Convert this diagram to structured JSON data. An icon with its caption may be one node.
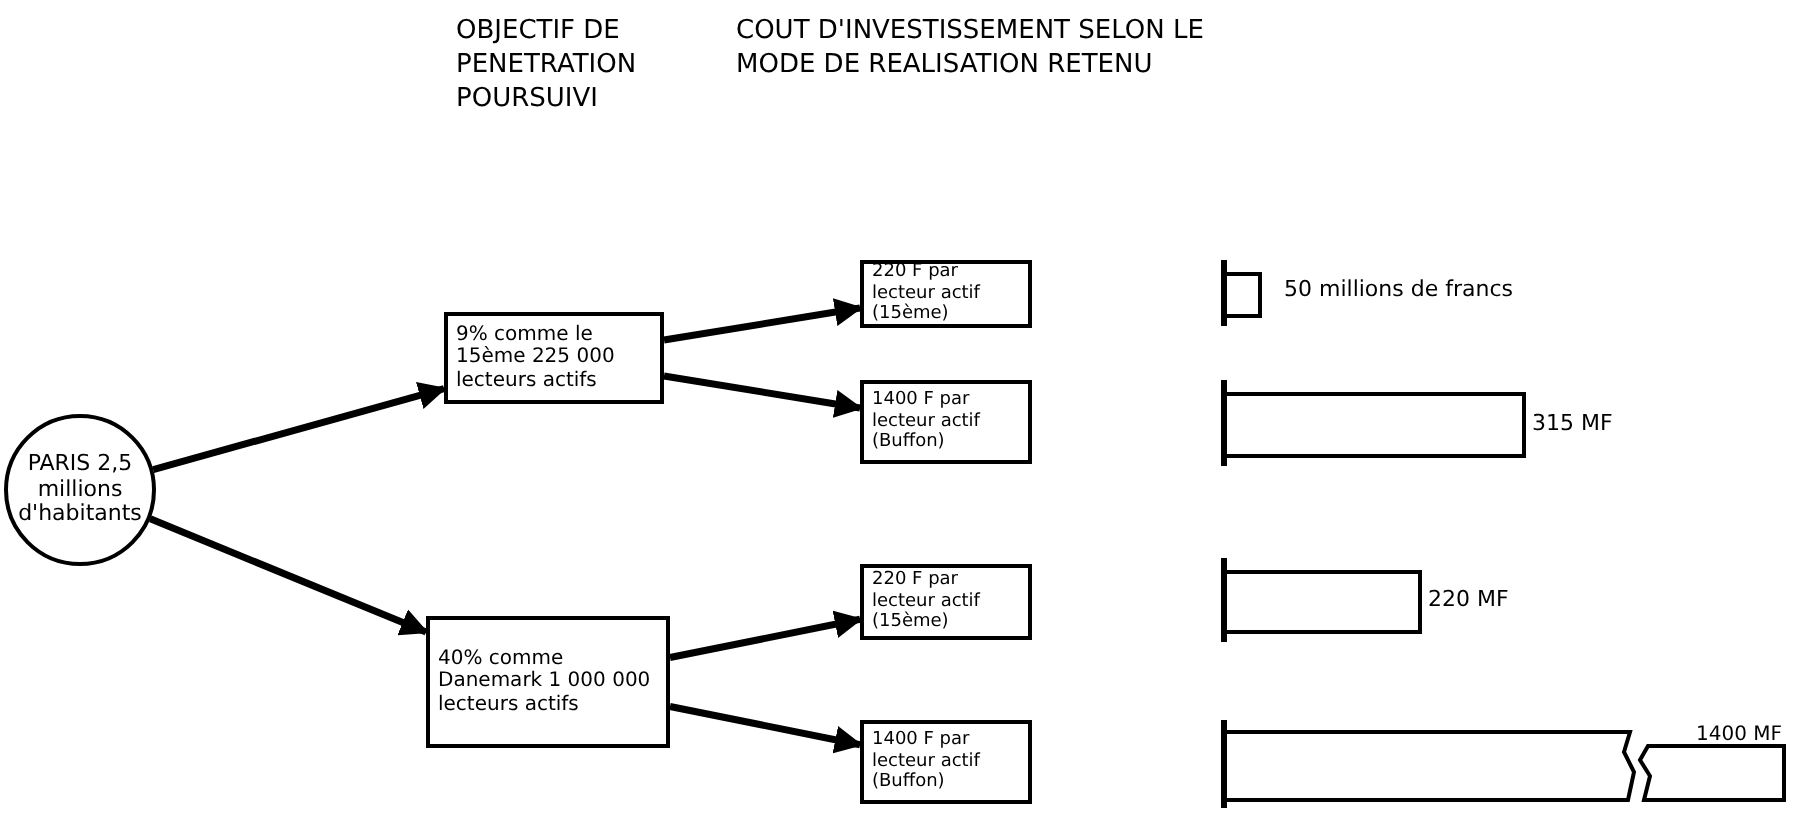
{
  "diagram": {
    "nodes": [
      {
        "text": [
          "PARIS 2,5 millions d'habitants"
        ]
      },
      {
        "text": [
          "9% comme le 15ème 225 000 lecteurs actifs"
        ]
      },
      {
        "text": [
          "40% comme Danemark 1 000 000 lecteurs actifs"
        ]
      },
      {
        "text": [
          "220 F par lecteur actif (15ème)"
        ]
      },
      {
        "text": [
          "1400 F par lecteur actif (Buffon)"
        ]
      },
      {
        "text": [
          "220 F par lecteur actif (15ème)"
        ]
      },
      {
        "text": [
          "1400 F par lecteur actif (Buffon)"
        ]
      }
    ],
    "edges": [
      {
        "from": 0,
        "to": 1,
        "arrow": "to"
      },
      {
        "from": 0,
        "to": 2,
        "arrow": "to"
      },
      {
        "from": 1,
        "to": 3,
        "arrow": "to"
      },
      {
        "from": 1,
        "to": 4,
        "arrow": "to"
      },
      {
        "from": 2,
        "to": 5,
        "arrow": "to"
      },
      {
        "from": 2,
        "to": 6,
        "arrow": "to"
      }
    ],
    "labels": [
      "OBJECTIF DE PENETRATION POURSUIVI",
      "COUT D'INVESTISSEMENT SELON LE MODE DE REALISATION RETENU",
      "50 millions de francs",
      "315 MF",
      "220 MF",
      "1400 MF"
    ]
  }
}
